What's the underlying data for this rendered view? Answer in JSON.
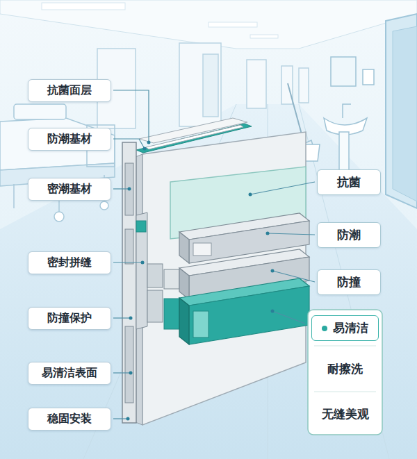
{
  "diagram": {
    "nodes": [
      {
        "text": [
          "抗菌面层"
        ]
      },
      {
        "text": [
          "防潮基材"
        ]
      },
      {
        "text": [
          "密潮基材"
        ]
      },
      {
        "text": [
          "密封拼缝"
        ]
      },
      {
        "text": [
          "防撞保护"
        ]
      },
      {
        "text": [
          "易清洁表面"
        ]
      },
      {
        "text": [
          "稳固安装"
        ]
      },
      {
        "text": [
          "抗菌"
        ]
      },
      {
        "text": [
          "防潮"
        ]
      },
      {
        "text": [
          "防撞"
        ]
      },
      {
        "text": [
          "易清洁"
        ]
      },
      {
        "text": [
          "耐擦洗"
        ]
      },
      {
        "text": [
          "无缝美观"
        ]
      }
    ]
  }
}
